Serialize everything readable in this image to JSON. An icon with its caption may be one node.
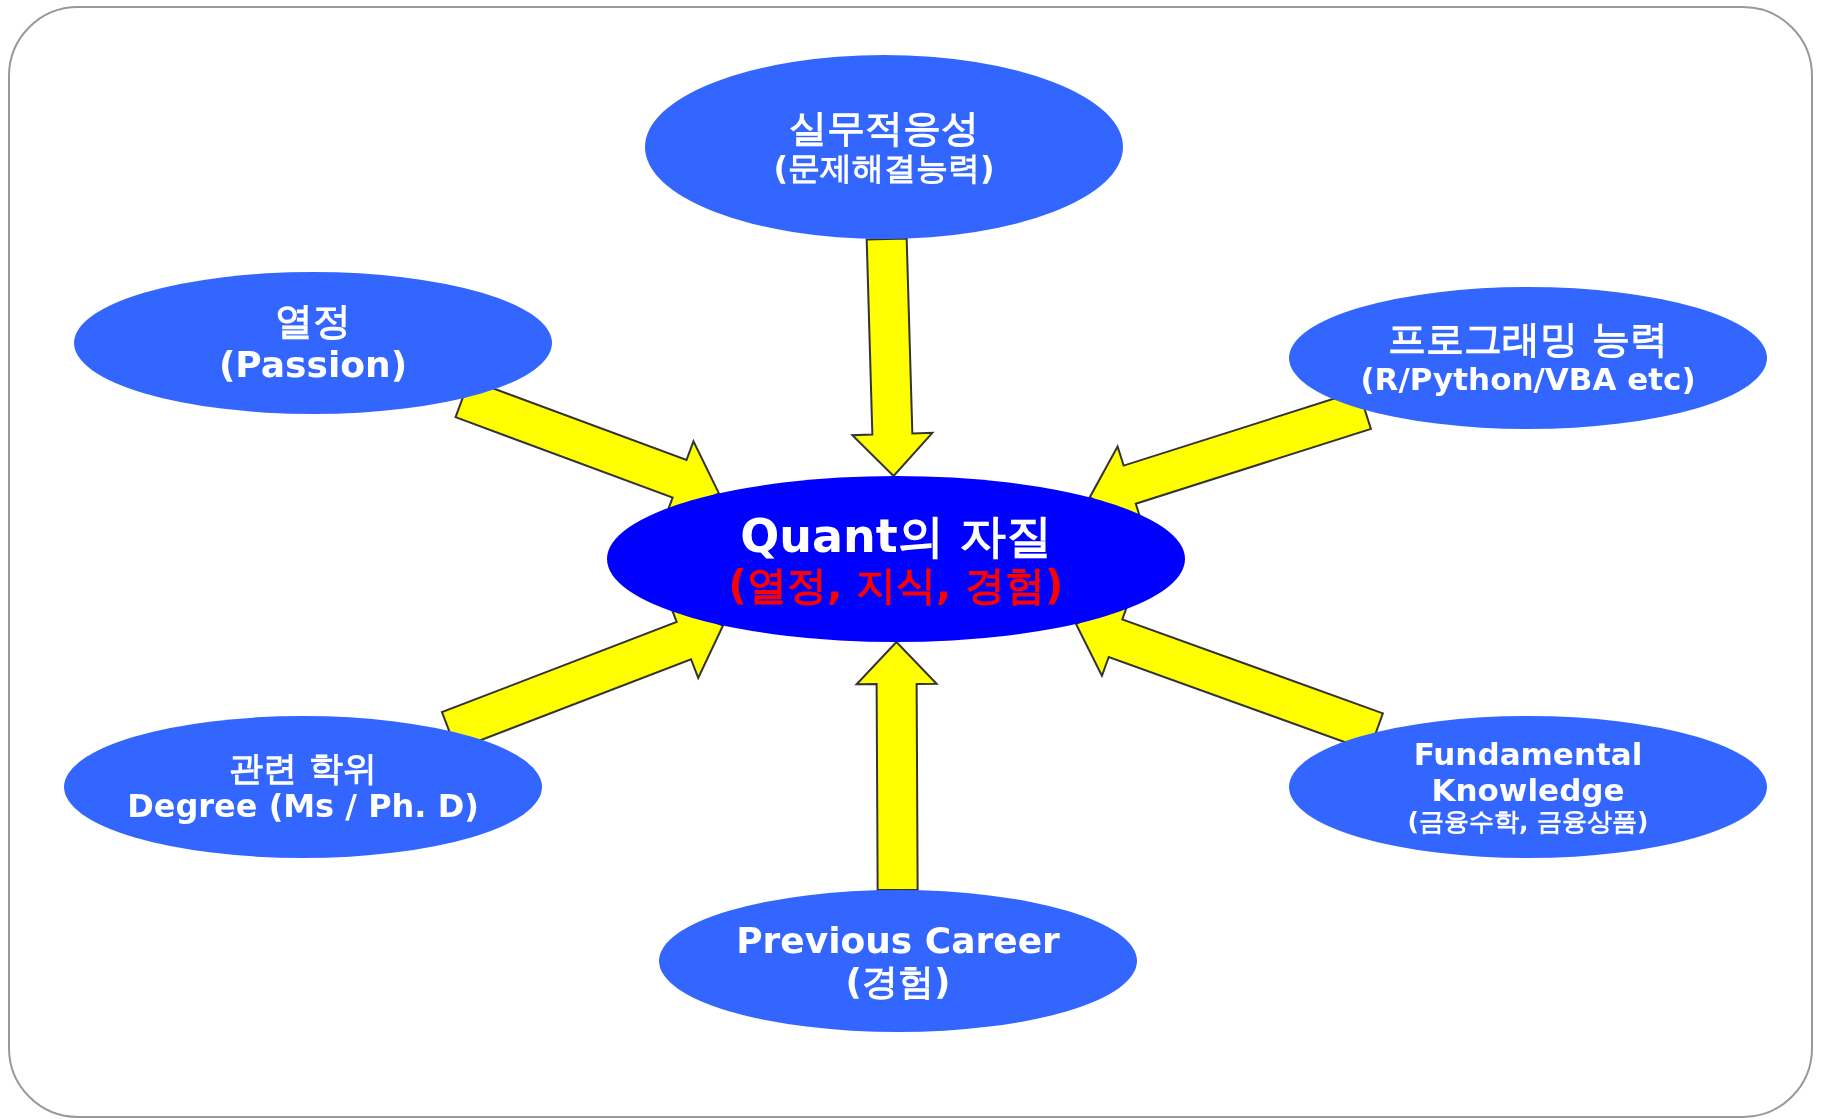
{
  "diagram": {
    "nodes": [
      {
        "text": [
          "실무적응성",
          "(문제해결능력)"
        ]
      },
      {
        "text": [
          "열정",
          "(Passion)"
        ]
      },
      {
        "text": [
          "프로그래밍 능력",
          "(R/Python/VBA etc)"
        ]
      },
      {
        "text": [
          "Quant의 자질",
          "(열정, 지식, 경험)"
        ]
      },
      {
        "text": [
          "관련 학위",
          "Degree (Ms / Ph. D)"
        ]
      },
      {
        "text": [
          "Fundamental Knowledge",
          "(금융수학, 금융상품)"
        ]
      },
      {
        "text": [
          "Previous Career",
          "(경험)"
        ]
      }
    ],
    "edges": [
      {
        "from": 0,
        "to": 3,
        "arrow": "to"
      },
      {
        "from": 1,
        "to": 3,
        "arrow": "to"
      },
      {
        "from": 2,
        "to": 3,
        "arrow": "to"
      },
      {
        "from": 4,
        "to": 3,
        "arrow": "to"
      },
      {
        "from": 5,
        "to": 3,
        "arrow": "to"
      },
      {
        "from": 6,
        "to": 3,
        "arrow": "to"
      }
    ]
  }
}
